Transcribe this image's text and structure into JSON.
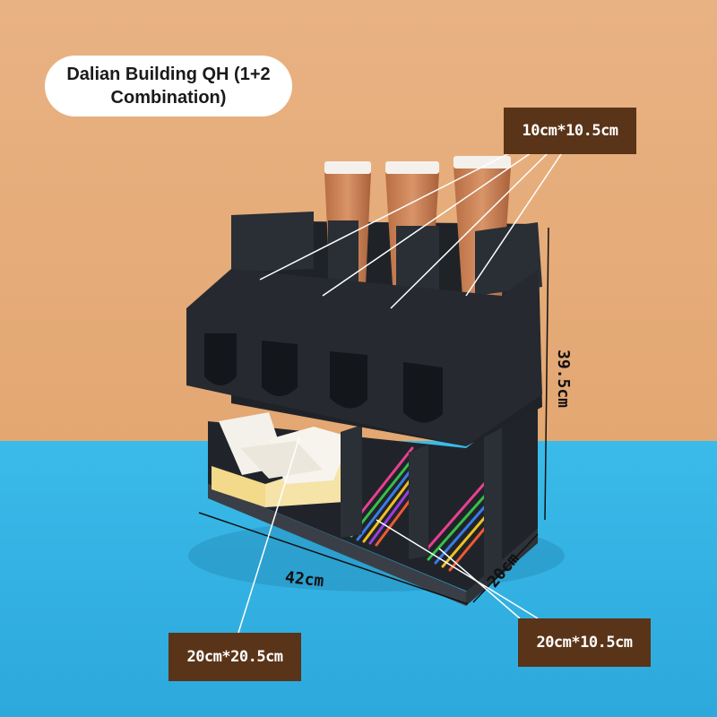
{
  "title": {
    "line1": "Dalian Building QH (1+2",
    "line2": "Combination)"
  },
  "labels": {
    "cup_slot": "10cm*10.5cm",
    "height": "39.5cm",
    "width": "42cm",
    "depth": "20cm",
    "tissue_slot": "20cm*20.5cm",
    "straw_slot": "20cm*10.5cm"
  },
  "colors": {
    "wall": "#e8b07e",
    "floor": "#36b7e8",
    "organizer": "#262a30",
    "label_box": "#5a3418",
    "cup": "#c98354"
  }
}
